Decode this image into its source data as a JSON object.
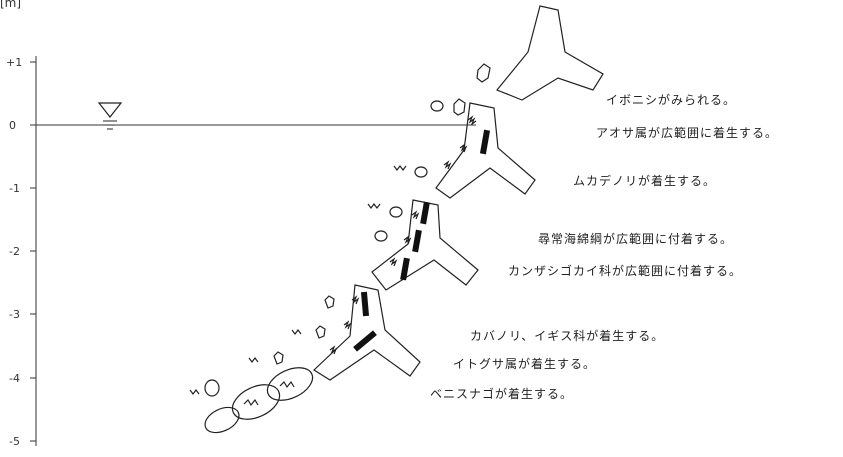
{
  "axis": {
    "unit_label": "[m]",
    "ticks": [
      "+1",
      "0",
      "-1",
      "-2",
      "-3",
      "-4",
      "-5"
    ]
  },
  "annotations": {
    "a1": "イボニシがみられる。",
    "a2": "アオサ属が広範囲に着生する。",
    "a3": "ムカデノリが着生する。",
    "a4": "尋常海綿綱が広範囲に付着する。",
    "a5": "カンザシゴカイ科が広範囲に付着する。",
    "a6": "カバノリ、イギス科が着生する。",
    "a7": "イトグサ属が着生する。",
    "a8": "ベニスナゴが着生する。"
  }
}
